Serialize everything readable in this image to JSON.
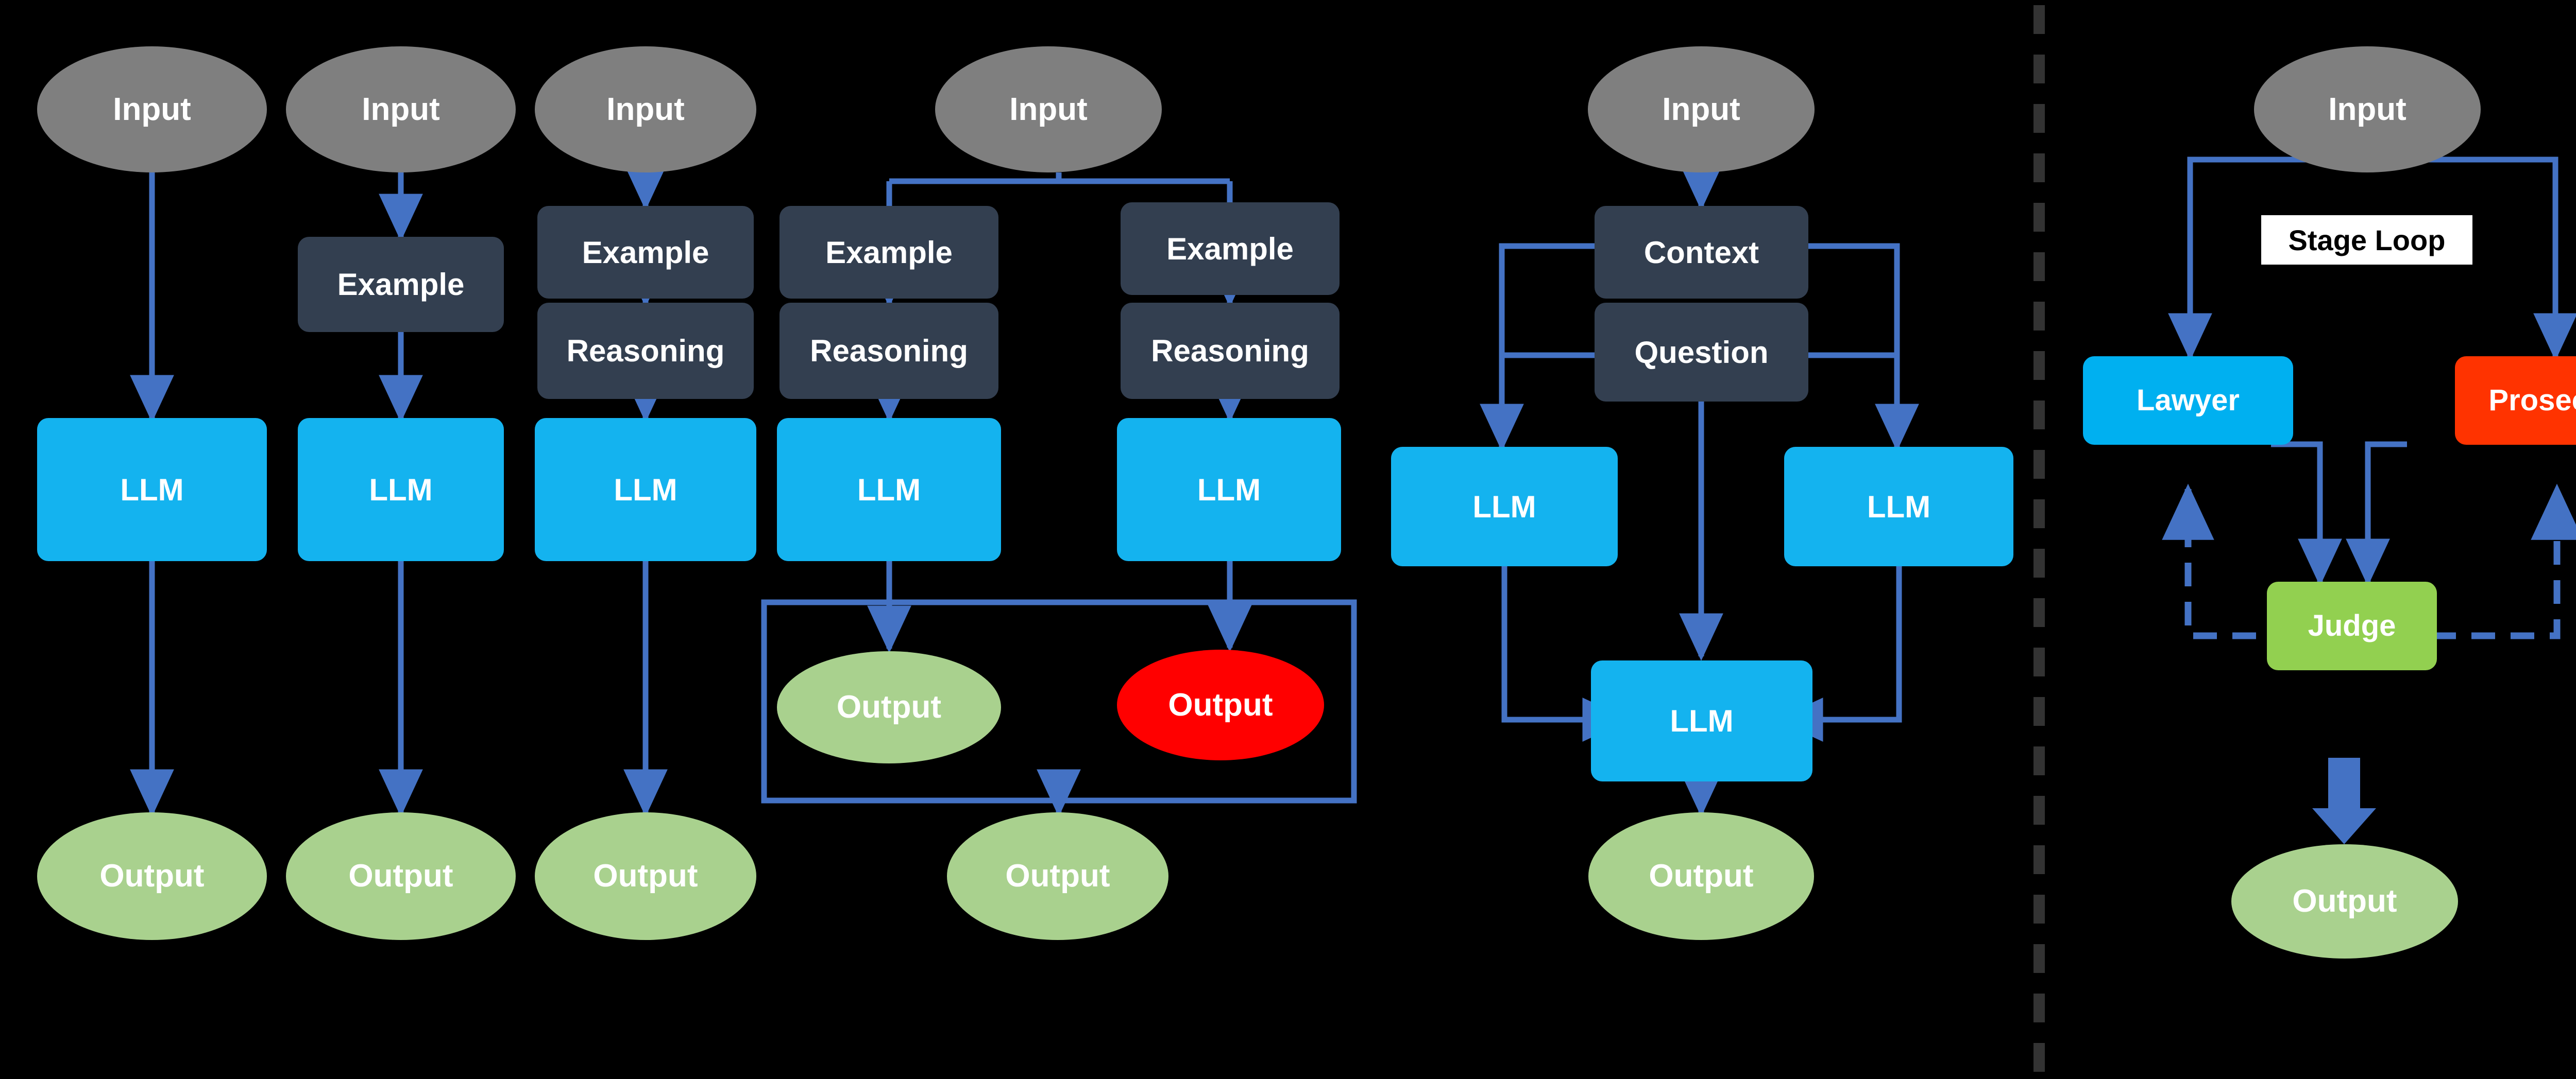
{
  "diagram": {
    "background_color": "#000000",
    "arrow_color": "#4472c4",
    "divider_color": "#333333",
    "palette": {
      "input": "#7f7f7f",
      "output_green": "#a9d18e",
      "output_red": "#ff0000",
      "dark_box": "#333f50",
      "llm": "#14b3ef",
      "lawyer": "#00b0f0",
      "prosecutor": "#ff3300",
      "judge": "#92d050",
      "label_white": "#ffffff"
    },
    "labels": {
      "input": "Input",
      "output": "Output",
      "example": "Example",
      "reasoning": "Reasoning",
      "llm": "LLM",
      "context": "Context",
      "question": "Question",
      "lawyer": "Lawyer",
      "prosecutor": "Prosecutor",
      "judge": "Judge",
      "stage_loop": "Stage Loop"
    },
    "panels": [
      {
        "id": "panel-prompting-methods",
        "columns": [
          {
            "id": "col-zero-shot",
            "nodes": [
              "Input",
              "LLM",
              "Output"
            ]
          },
          {
            "id": "col-few-shot",
            "nodes": [
              "Input",
              "Example",
              "LLM",
              "Output"
            ]
          },
          {
            "id": "col-chain-of-thought",
            "nodes": [
              "Input",
              "Example",
              "Reasoning",
              "LLM",
              "Output"
            ]
          },
          {
            "id": "col-self-consistency",
            "nodes": [
              "Input",
              "Example",
              "Reasoning",
              "LLM",
              "Output",
              "Output"
            ],
            "grouped_outputs": [
              "Output",
              "Output"
            ],
            "final_output": "Output"
          }
        ]
      },
      {
        "id": "panel-context-question",
        "nodes": [
          "Input",
          "Context",
          "Question",
          "LLM",
          "LLM",
          "LLM",
          "Output"
        ]
      },
      {
        "id": "panel-debate",
        "nodes": [
          "Input",
          "Stage Loop",
          "Lawyer",
          "Prosecutor",
          "Judge",
          "Output"
        ]
      }
    ]
  }
}
